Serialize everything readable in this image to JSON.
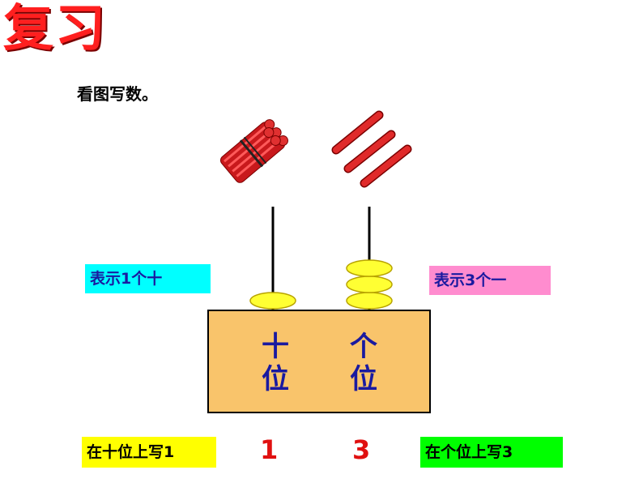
{
  "title": "复习",
  "instruction": "看图写数。",
  "labels": {
    "ten_meaning": "表示1个十",
    "one_meaning": "表示3个一",
    "write_tens": "在十位上写1",
    "write_ones": "在个位上写3"
  },
  "abacus": {
    "tens_place": [
      "十",
      "位"
    ],
    "ones_place": [
      "个",
      "位"
    ],
    "tens_beads": 1,
    "ones_beads": 3
  },
  "digits": {
    "tens": "1",
    "ones": "3"
  },
  "colors": {
    "title": "#ff1f1f",
    "stick": "#e02a2a",
    "bead": "#ffff33",
    "box": "#f9c46b",
    "place_text": "#1a1aa0",
    "digit": "#e01010"
  }
}
